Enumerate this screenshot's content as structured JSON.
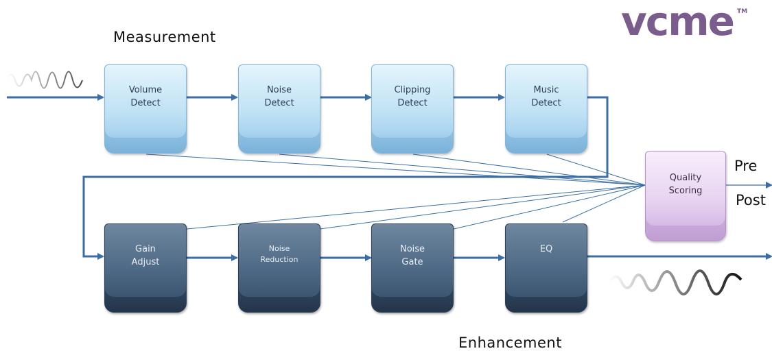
{
  "logo": {
    "text": "vcme",
    "tm": "TM"
  },
  "sections": {
    "measurement": "Measurement",
    "enhancement": "Enhancement"
  },
  "measure_boxes": [
    {
      "label": "Volume\nDetect"
    },
    {
      "label": "Noise\nDetect"
    },
    {
      "label": "Clipping\nDetect"
    },
    {
      "label": "Music\nDetect"
    }
  ],
  "enhance_boxes": [
    {
      "label": "Gain\nAdjust"
    },
    {
      "label": "Noise\nReduction"
    },
    {
      "label": "Noise\nGate"
    },
    {
      "label": "EQ"
    }
  ],
  "quality_box": {
    "label": "Quality\nScoring"
  },
  "outputs": {
    "pre": "Pre",
    "post": "Post"
  },
  "colors": {
    "arrow": "#3b6ea5",
    "logo": "#7b5d8d"
  }
}
